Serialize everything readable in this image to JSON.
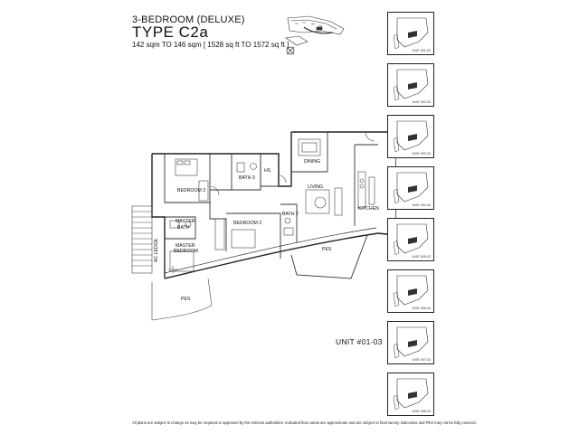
{
  "header": {
    "subtitle": "3-BEDROOM (DELUXE)",
    "title": "TYPE C2a",
    "area": "142 sqm TO 146 sqm   [ 1528 sq ft TO 1572 sq ft ]"
  },
  "rooms": {
    "bedroom3": "BEDROOM 3",
    "bath3": "BATH 3",
    "hs": "HS",
    "dining": "DINING",
    "living": "LIVING",
    "kitchen": "KITCHEN",
    "master_bath_1": "MASTER",
    "master_bath_2": "BATH",
    "bedroom2": "BEDROOM 2",
    "bath2": "BATH 2",
    "master_bed_1": "MASTER",
    "master_bed_2": "BEDROOM",
    "ac_ledge": "AC LEDGE",
    "pes_right": "PES",
    "pes_left": "PES"
  },
  "unit_label": "UNIT #01-03",
  "thumbnails": [
    {
      "caption": "UNIT #01-03"
    },
    {
      "caption": "UNIT #02-03"
    },
    {
      "caption": "UNIT #03-03"
    },
    {
      "caption": "UNIT #04-03"
    },
    {
      "caption": "UNIT #05-03"
    },
    {
      "caption": "UNIT #06-03"
    },
    {
      "caption": "UNIT #07-03"
    },
    {
      "caption": "UNIT #08-03"
    }
  ],
  "disclaimer": "All plans are subject to change as may be required or approved by the relevant authorities. Indicated floor areas are approximate and are subject to final survey. Balconies and PES may not be fully covered."
}
